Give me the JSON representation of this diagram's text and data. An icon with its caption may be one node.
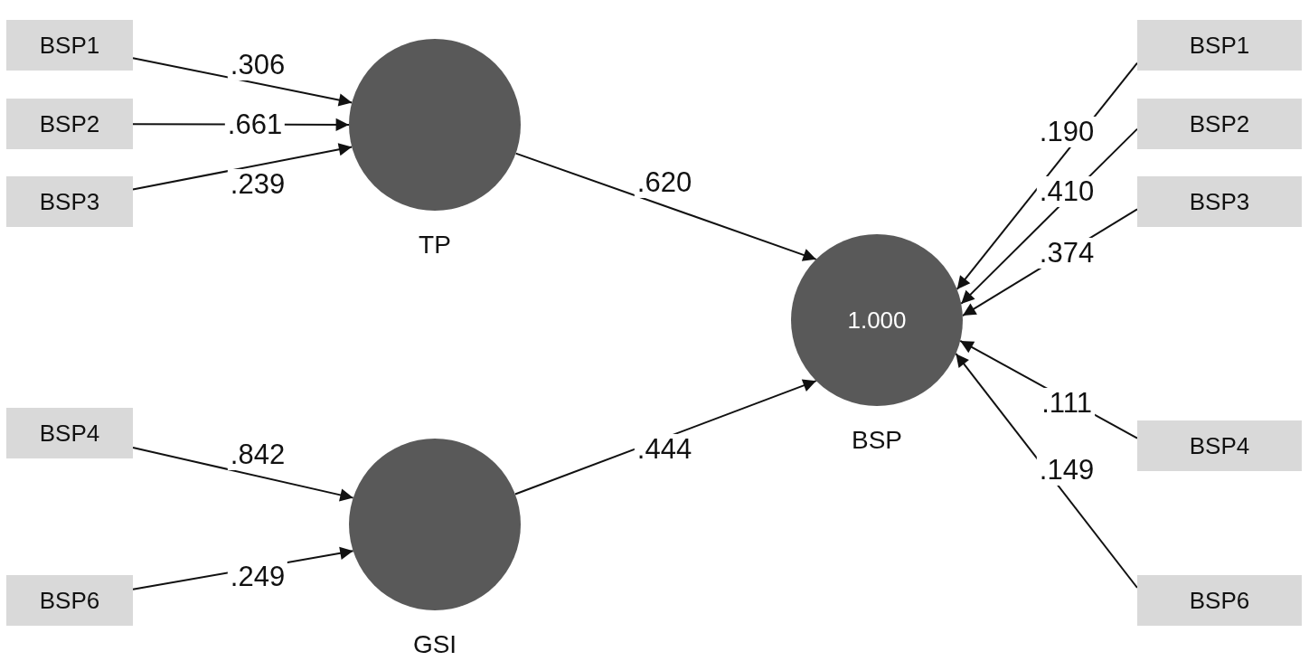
{
  "diagram": {
    "nodes": [
      {
        "text": [
          "BSP1"
        ]
      },
      {
        "text": [
          "BSP2"
        ]
      },
      {
        "text": [
          "BSP3"
        ]
      },
      {
        "text": [
          "TP"
        ]
      },
      {
        "text": [
          "BSP4"
        ]
      },
      {
        "text": [
          "BSP6"
        ]
      },
      {
        "text": [
          "GSI"
        ]
      },
      {
        "text": [
          "1.000",
          "BSP"
        ]
      },
      {
        "text": [
          "BSP1"
        ]
      },
      {
        "text": [
          "BSP2"
        ]
      },
      {
        "text": [
          "BSP3"
        ]
      },
      {
        "text": [
          "BSP4"
        ]
      },
      {
        "text": [
          "BSP6"
        ]
      }
    ],
    "edges": [
      {
        "from": 0,
        "to": 3,
        "arrow": "to",
        "label": ".306"
      },
      {
        "from": 1,
        "to": 3,
        "arrow": "to",
        "label": ".661"
      },
      {
        "from": 2,
        "to": 3,
        "arrow": "to",
        "label": ".239"
      },
      {
        "from": 4,
        "to": 6,
        "arrow": "to",
        "label": ".842"
      },
      {
        "from": 5,
        "to": 6,
        "arrow": "to",
        "label": ".249"
      },
      {
        "from": 3,
        "to": 7,
        "arrow": "to",
        "label": ".620"
      },
      {
        "from": 6,
        "to": 7,
        "arrow": "to",
        "label": ".444"
      },
      {
        "from": 8,
        "to": 7,
        "arrow": "to",
        "label": ".190"
      },
      {
        "from": 9,
        "to": 7,
        "arrow": "to",
        "label": ".410"
      },
      {
        "from": 10,
        "to": 7,
        "arrow": "to",
        "label": ".374"
      },
      {
        "from": 11,
        "to": 7,
        "arrow": "to",
        "label": ".111"
      },
      {
        "from": 12,
        "to": 7,
        "arrow": "to",
        "label": ".149"
      }
    ]
  }
}
